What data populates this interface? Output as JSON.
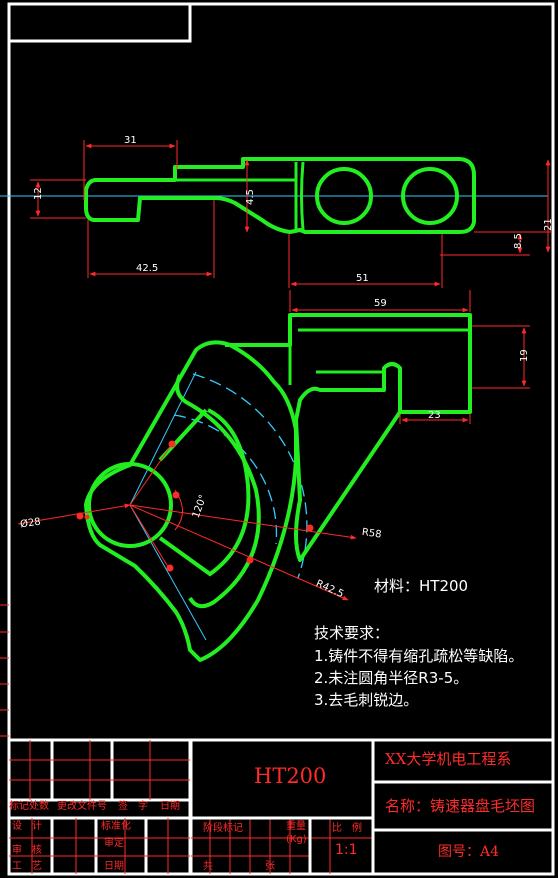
{
  "colors": {
    "part": "#22ee22",
    "dimension": "#ff2a2a",
    "center_line": "#33ccff",
    "frame": "#ffffff",
    "background": "#000000"
  },
  "dimensions": {
    "d31": "31",
    "d12": "12",
    "d4_5": "4.5",
    "d42_5": "42.5",
    "d51": "51",
    "d21": "21",
    "d8_5": "8.5",
    "d59": "59",
    "d19": "19",
    "d23": "23",
    "d120": "120°",
    "dia28": "Ø28",
    "r58": "R58",
    "r42_5": "R42.5"
  },
  "notes": {
    "material": "材料：HT200",
    "tech_title": "技术要求：",
    "line1": "1.铸件不得有缩孔疏松等缺陷。",
    "line2": "2.未注圆角半径R3-5。",
    "line3": "3.去毛刺锐边。"
  },
  "title_block": {
    "material_big": "HT200",
    "school": "XX大学机电工程系",
    "name": "名称：铸速器盘毛坯图",
    "drawing_no": "图号：A4",
    "scale_value": "1:1",
    "mark_count": "标记处数",
    "change_doc": "更改文件号",
    "sign": "签　字",
    "date": "日期",
    "design": "设　计",
    "standardize": "标准化",
    "review": "审　核",
    "audit": "审定",
    "process": "工　艺",
    "approve": "日期",
    "stage_mark": "阶段标记",
    "weight": "重量",
    "weight_unit": "(Kg)",
    "scale": "比　例",
    "sheet_total": "共",
    "sheet_no": "张"
  }
}
